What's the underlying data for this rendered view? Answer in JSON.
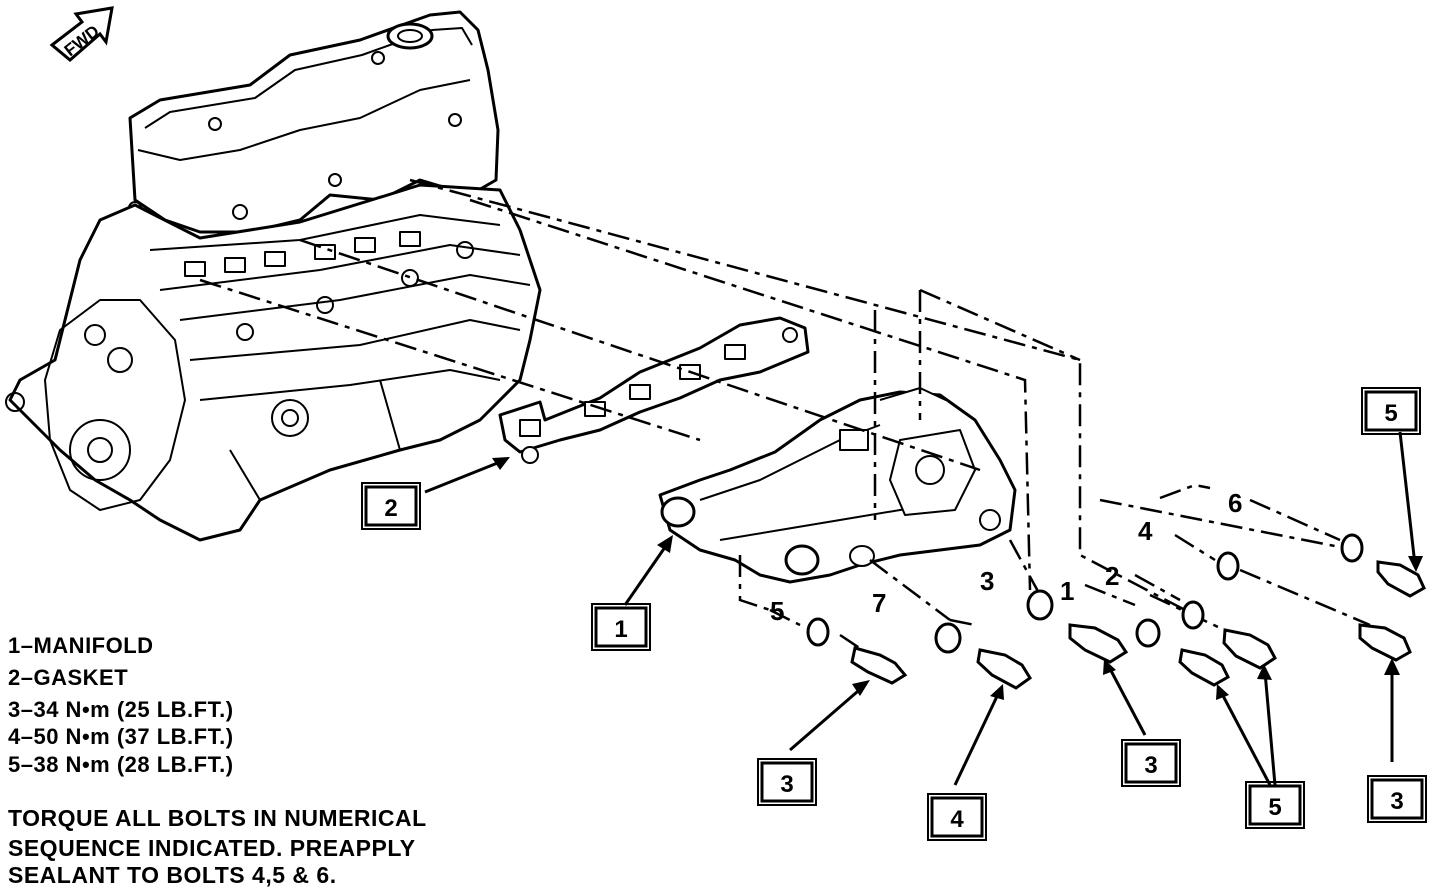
{
  "fwd_label": "FWD",
  "callouts": {
    "c1": "1",
    "c2": "2",
    "c3a": "3",
    "c4": "4",
    "c3b": "3",
    "c5a": "5",
    "c3c": "3",
    "c5b": "5"
  },
  "sequence_numbers": {
    "s1": "1",
    "s2": "2",
    "s3": "3",
    "s4": "4",
    "s5": "5",
    "s6": "6",
    "s7": "7"
  },
  "legend": [
    "1–MANIFOLD",
    "2–GASKET",
    "3–34 N•m (25 LB.FT.)",
    "4–50 N•m (37 LB.FT.)",
    "5–38 N•m (28 LB.FT.)"
  ],
  "note": [
    "TORQUE ALL BOLTS IN NUMERICAL",
    "SEQUENCE INDICATED.  PREAPPLY",
    "SEALANT TO BOLTS 4,5 & 6."
  ]
}
